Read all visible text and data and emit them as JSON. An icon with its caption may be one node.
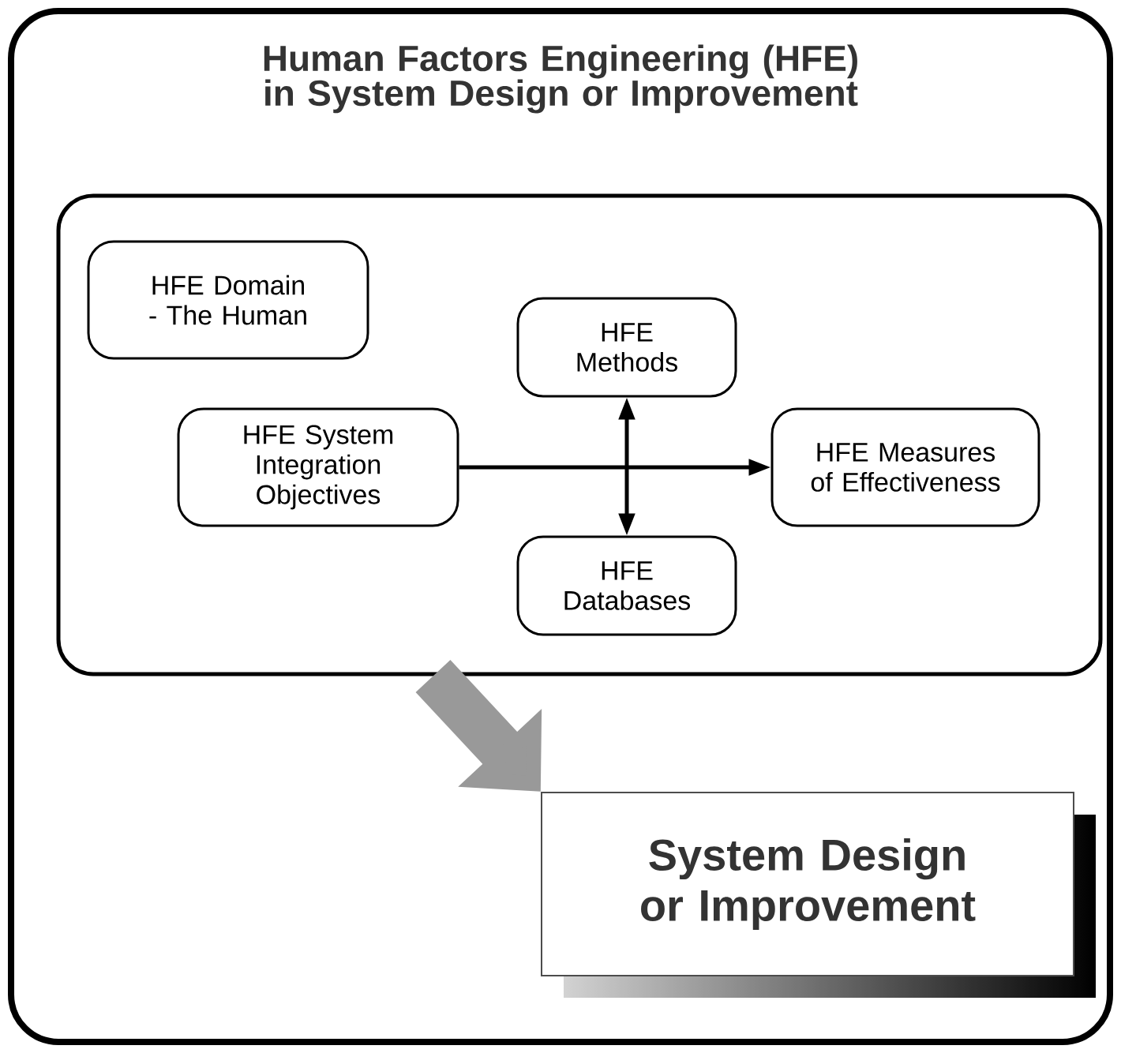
{
  "diagram": {
    "title": "Human Factors Engineering (HFE) in System Design or Improvement",
    "nodes": [
      {
        "text": [],
        "shape": "box"
      },
      {
        "text": [
          "HFE Domain - The Human"
        ],
        "in": 0
      },
      {
        "text": [
          "HFE Methods"
        ],
        "in": 0
      },
      {
        "text": [
          "HFE System Integration Objectives"
        ],
        "in": 0
      },
      {
        "text": [
          "HFE Measures of Effectiveness"
        ],
        "in": 0
      },
      {
        "text": [
          "HFE Databases"
        ],
        "in": 0
      },
      {
        "text": [
          "System Design or Improvement"
        ]
      }
    ],
    "edges": [
      {
        "from": 3,
        "to": 4,
        "arrow": "to"
      },
      {
        "from": 2,
        "to": 5,
        "arrow": "both"
      },
      {
        "from": 0,
        "to": 6,
        "arrow": "to",
        "style": "thick",
        "color": "#999999"
      }
    ]
  }
}
